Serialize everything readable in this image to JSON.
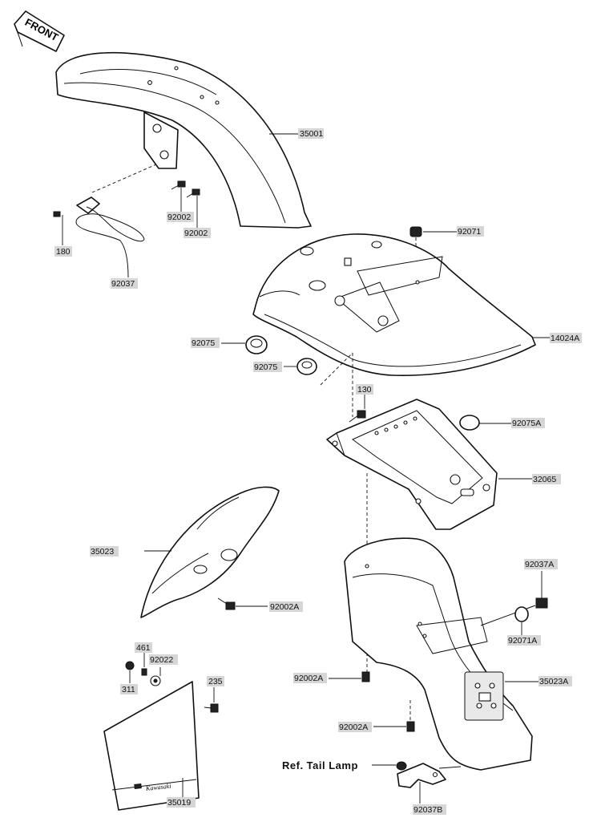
{
  "front_tag": "FRONT",
  "ref_note": "Ref. Tail Lamp",
  "decal_text": "Kawasaki",
  "labels": {
    "p35001": "35001",
    "p92002_a": "92002",
    "p92002_b": "92002",
    "p180": "180",
    "p92037": "92037",
    "p92071": "92071",
    "p14024A": "14024A",
    "p92075_a": "92075",
    "p92075_b": "92075",
    "p130": "130",
    "p92075A": "92075A",
    "p32065": "32065",
    "p35023": "35023",
    "p92002A_a": "92002A",
    "p92037A": "92037A",
    "p92071A": "92071A",
    "p461": "461",
    "p92022": "92022",
    "p311": "311",
    "p235": "235",
    "p92002A_b": "92002A",
    "p35023A": "35023A",
    "p92002A_c": "92002A",
    "p35019": "35019",
    "p92037B": "92037B"
  }
}
